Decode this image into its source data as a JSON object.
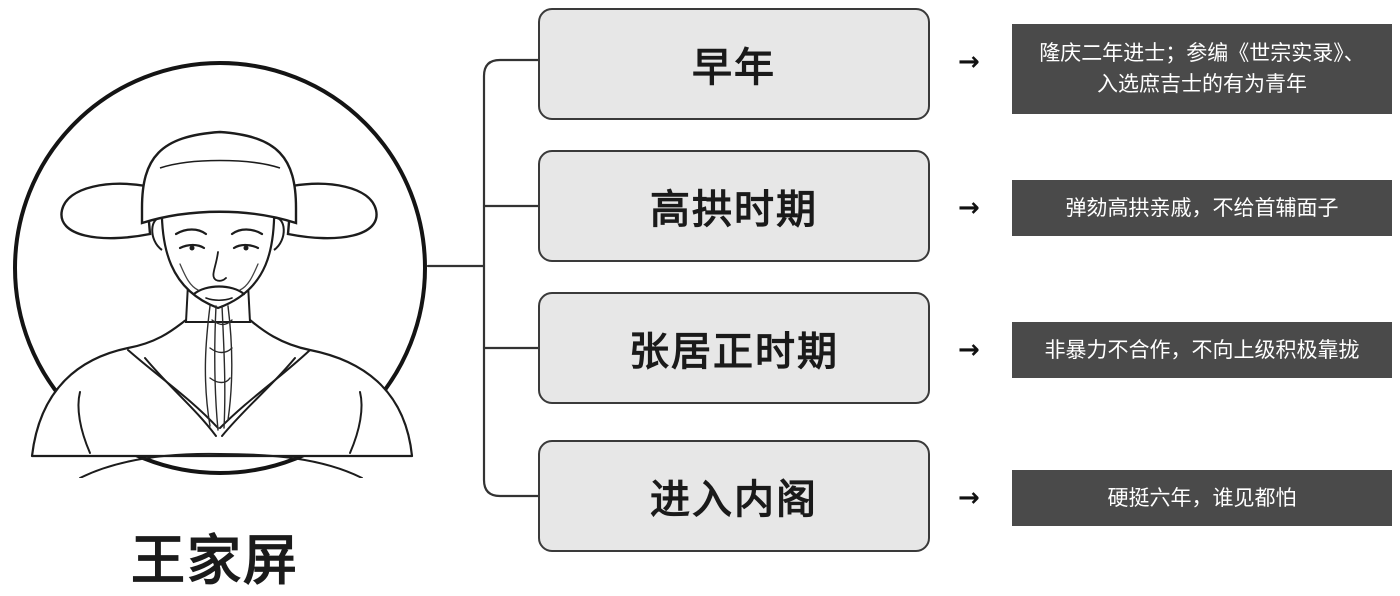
{
  "person": {
    "name": "王家屏"
  },
  "stages": [
    {
      "label": "早年",
      "description": "隆庆二年进士；参编《世宗实录》、入选庶吉士的有为青年"
    },
    {
      "label": "高拱时期",
      "description": "弹劾高拱亲戚，不给首辅面子"
    },
    {
      "label": "张居正时期",
      "description": "非暴力不合作，不向上级积极靠拢"
    },
    {
      "label": "进入内阁",
      "description": "硬挺六年，谁见都怕"
    }
  ],
  "arrow_symbol": "→",
  "colors": {
    "stage_fill": "#e7e7e7",
    "stage_border": "#3a3a3a",
    "description_fill": "#4a4a4a",
    "description_text": "#ffffff",
    "connector": "#333333"
  },
  "icons": {
    "portrait": "scholar-official-portrait-icon",
    "arrow": "right-arrow-icon"
  }
}
